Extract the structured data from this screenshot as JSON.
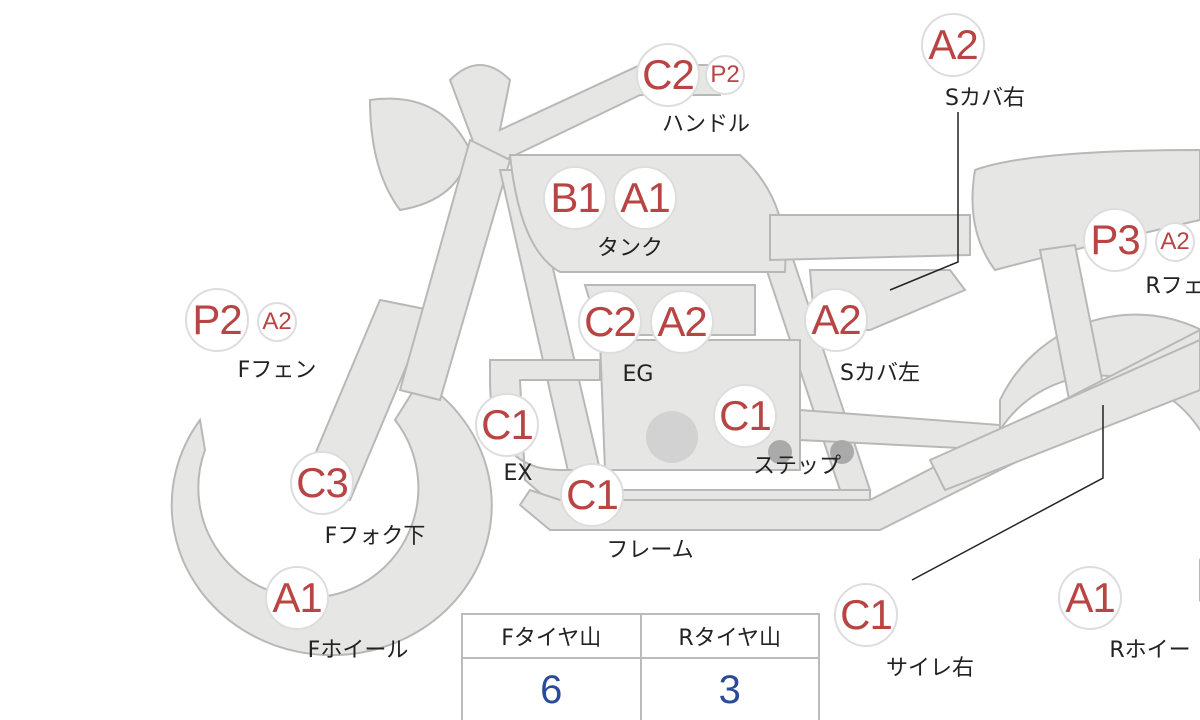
{
  "colors": {
    "badge_text": "#b84444",
    "value_text": "#2a4a9a",
    "part_fill": "#e6e6e4",
    "part_stroke": "#b8b8b8"
  },
  "badges": [
    {
      "code": "C2",
      "size": "big",
      "part": "handle"
    },
    {
      "code": "P2",
      "size": "small",
      "part": "handle"
    },
    {
      "code": "A2",
      "size": "big",
      "part": "side-cover-right"
    },
    {
      "code": "B1",
      "size": "big",
      "part": "tank"
    },
    {
      "code": "A1",
      "size": "big",
      "part": "tank"
    },
    {
      "code": "P3",
      "size": "big",
      "part": "rear-fender"
    },
    {
      "code": "A2",
      "size": "small",
      "part": "rear-fender"
    },
    {
      "code": "P2",
      "size": "big",
      "part": "front-fender"
    },
    {
      "code": "A2",
      "size": "small",
      "part": "front-fender"
    },
    {
      "code": "C2",
      "size": "big",
      "part": "engine"
    },
    {
      "code": "A2",
      "size": "big",
      "part": "engine"
    },
    {
      "code": "A2",
      "size": "big",
      "part": "side-cover-left"
    },
    {
      "code": "C1",
      "size": "big",
      "part": "step"
    },
    {
      "code": "C1",
      "size": "big",
      "part": "exhaust"
    },
    {
      "code": "C3",
      "size": "big",
      "part": "front-fork-lower"
    },
    {
      "code": "C1",
      "size": "big",
      "part": "frame"
    },
    {
      "code": "A1",
      "size": "big",
      "part": "front-wheel"
    },
    {
      "code": "C1",
      "size": "big",
      "part": "silencer-right"
    },
    {
      "code": "A1",
      "size": "big",
      "part": "rear-wheel"
    }
  ],
  "labels": {
    "handle": "ハンドル",
    "side_cover_right": "Sカバ右",
    "tank": "タンク",
    "rear_fender": "Rフェ",
    "front_fender": "Fフェン",
    "engine": "EG",
    "side_cover_left": "Sカバ左",
    "step": "ステップ",
    "exhaust": "EX",
    "front_fork_lower": "Fフォク下",
    "frame": "フレーム",
    "front_wheel": "Fホイール",
    "silencer_right": "サイレ右",
    "rear_wheel": "Rホイー"
  },
  "tire_table": {
    "headers": [
      "Fタイヤ山",
      "Rタイヤ山"
    ],
    "values": [
      "6",
      "3"
    ]
  }
}
